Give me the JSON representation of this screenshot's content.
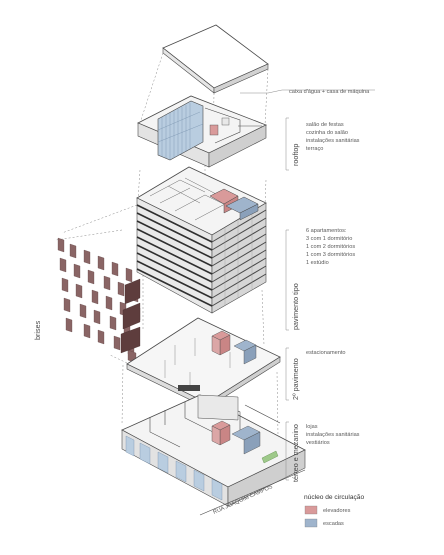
{
  "annotations": {
    "top_callout": "caixa d'água + casa de máquina",
    "brises": "brises",
    "street": "RUA JOAQUIM CAMPOS"
  },
  "sections": [
    {
      "title": "rooftop",
      "lines": [
        "salão de festas",
        "cozinha do salão",
        "instalações sanitárias",
        "terraço"
      ]
    },
    {
      "title": "pavimento tipo",
      "lines": [
        "6 apartamentos:",
        "3 com 1 dormitório",
        "1 com 2 dormitórios",
        "1 com 3 dormitórios",
        "1 estúdio"
      ]
    },
    {
      "title": "2º pavimento",
      "lines": [
        "estacionamento"
      ]
    },
    {
      "title": "térreo e mezanino",
      "lines": [
        "lojas",
        "instalações sanitárias",
        "vestiários"
      ]
    }
  ],
  "legend": {
    "title": "núcleo de circulação",
    "items": [
      {
        "label": "elevadores",
        "color": "#d99a9a"
      },
      {
        "label": "escadas",
        "color": "#9fb4cc"
      }
    ]
  },
  "colors": {
    "line": "#4a4a4a",
    "elevator": "#d99a9a",
    "stair": "#9fb4cc",
    "glass": "#b9cde0",
    "brise": "#8a6565",
    "grass": "#9ec98a"
  }
}
